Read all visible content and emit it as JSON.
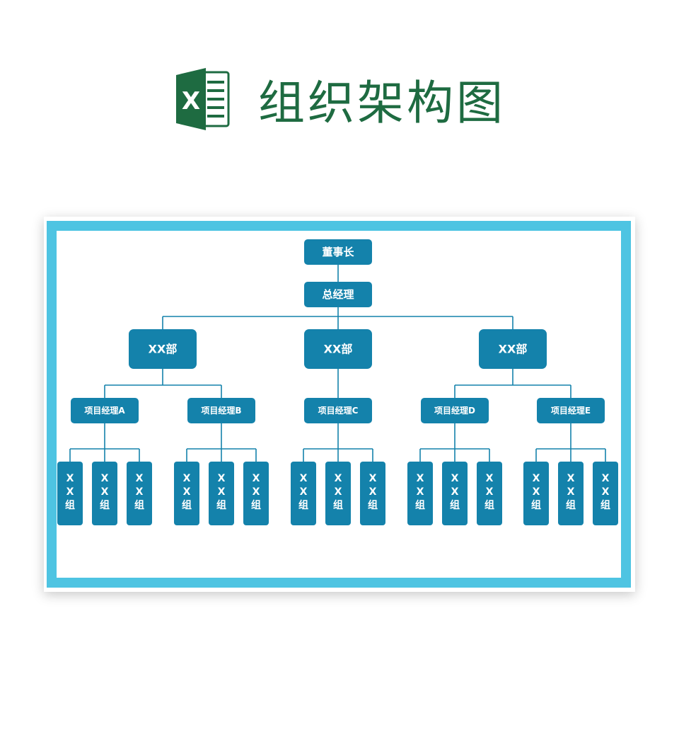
{
  "header": {
    "title": "组织架构图",
    "logo_icon": "excel-logo-icon",
    "logo_letter": "X"
  },
  "colors": {
    "accent": "#1482ab",
    "frame": "#4ec4e2",
    "title": "#1e6b41"
  },
  "org": {
    "chairman": "董事长",
    "gm": "总经理",
    "departments": [
      {
        "label": "XX部",
        "managers": [
          {
            "label": "项目经理A",
            "groups": [
              "XX组",
              "XX组",
              "XX组"
            ]
          },
          {
            "label": "项目经理B",
            "groups": [
              "XX组",
              "XX组",
              "XX组"
            ]
          }
        ]
      },
      {
        "label": "XX部",
        "managers": [
          {
            "label": "项目经理C",
            "groups": [
              "XX组",
              "XX组",
              "XX组"
            ]
          }
        ]
      },
      {
        "label": "XX部",
        "managers": [
          {
            "label": "项目经理D",
            "groups": [
              "XX组",
              "XX组",
              "XX组"
            ]
          },
          {
            "label": "项目经理E",
            "groups": [
              "XX组",
              "XX组",
              "XX组"
            ]
          }
        ]
      }
    ]
  }
}
